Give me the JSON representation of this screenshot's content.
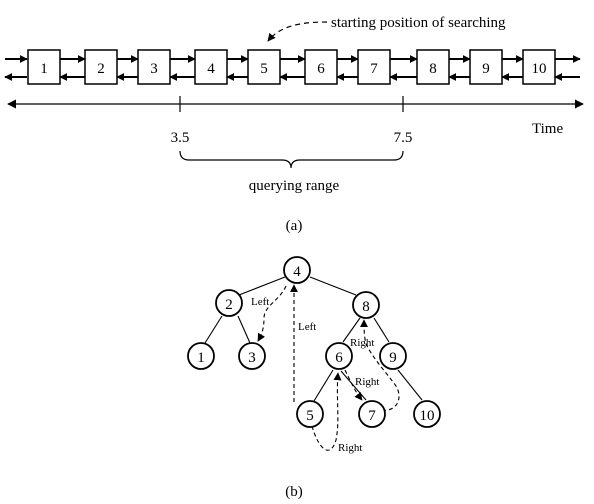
{
  "part_a": {
    "boxes": [
      "1",
      "2",
      "3",
      "4",
      "5",
      "6",
      "7",
      "8",
      "9",
      "10"
    ],
    "start_annotation": "starting position of searching",
    "time_label": "Time",
    "range_start_label": "3.5",
    "range_end_label": "7.5",
    "range_label": "querying range",
    "caption": "(a)"
  },
  "part_b": {
    "nodes": [
      "4",
      "2",
      "8",
      "1",
      "3",
      "6",
      "9",
      "5",
      "7",
      "10"
    ],
    "edge_labels": {
      "left1": "Left",
      "left2": "Left",
      "right1": "Right",
      "right2": "Right",
      "right3": "Right"
    },
    "caption": "(b)"
  }
}
